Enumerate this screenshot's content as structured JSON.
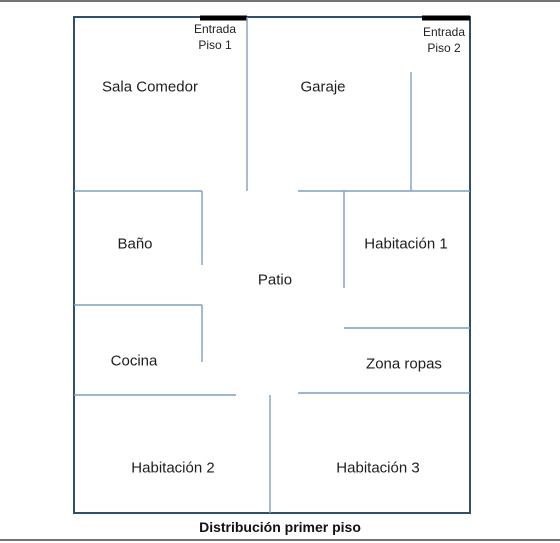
{
  "rooms": {
    "sala_comedor": "Sala Comedor",
    "garaje": "Garaje",
    "bano": "Baño",
    "patio": "Patio",
    "habitacion_1": "Habitación 1",
    "cocina": "Cocina",
    "zona_ropas": "Zona ropas",
    "habitacion_2": "Habitación 2",
    "habitacion_3": "Habitación 3"
  },
  "entrances": {
    "piso_1": {
      "line1": "Entrada",
      "line2": "Piso 1"
    },
    "piso_2": {
      "line1": "Entrada",
      "line2": "Piso 2"
    }
  },
  "caption": "Distribución primer piso",
  "colors": {
    "outer_wall": "#2f4f6f",
    "inner_wall": "#7f9fbf",
    "door": "#000000",
    "frame": "#444444"
  }
}
